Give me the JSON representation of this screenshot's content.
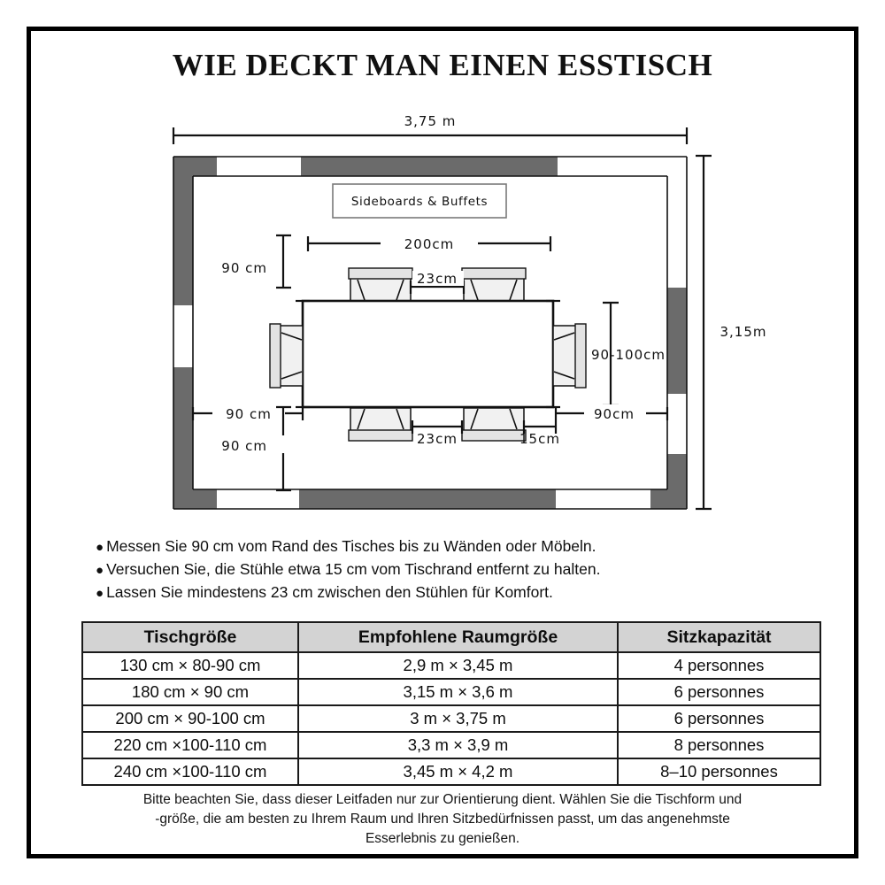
{
  "title": "WIE DECKT MAN EINEN ESSTISCH",
  "colors": {
    "wall": "#6b6b6b",
    "frame": "#000000",
    "header_bg": "#d3d3d3",
    "furniture_fill": "#f0f0f0"
  },
  "diagram": {
    "room_width_label": "3,75 m",
    "room_height_label": "3,15m",
    "sideboard_label": "Sideboards & Buffets",
    "table_length_label": "200cm",
    "table_depth_label": "90-100cm",
    "clearance_top_label": "90 cm",
    "clearance_left_label": "90 cm",
    "clearance_bottom_label": "90 cm",
    "clearance_right_label": "90cm",
    "chair_gap_top_label": "23cm",
    "chair_gap_bottom_label": "23cm",
    "chair_to_table_label": "15cm"
  },
  "bullets": [
    {
      "dot": "●",
      "text": "Messen Sie 90 cm  vom Rand des Tisches bis zu Wänden oder Möbeln."
    },
    {
      "dot": "●",
      "text": "Versuchen Sie, die Stühle etwa 15 cm vom Tischrand entfernt zu halten."
    },
    {
      "dot": "●",
      "text": "Lassen Sie mindestens 23 cm zwischen den Stühlen für Komfort."
    }
  ],
  "table": {
    "headers": [
      "Tischgröße",
      "Empfohlene Raumgröße",
      "Sitzkapazität"
    ],
    "rows": [
      [
        "130 cm × 80-90 cm",
        "2,9 m ×  3,45 m",
        "4 personnes"
      ],
      [
        "180 cm × 90 cm",
        "3,15 m ×   3,6 m",
        "6 personnes"
      ],
      [
        "200 cm ×  90-100 cm",
        "3 m  ×  3,75 m",
        "6 personnes"
      ],
      [
        "220 cm ×100-110 cm",
        "3,3 m  ×   3,9 m",
        "8 personnes"
      ],
      [
        "240 cm ×100-110 cm",
        "3,45 m  ×   4,2 m",
        "8–10 personnes"
      ]
    ]
  },
  "footer": [
    "Bitte beachten Sie, dass dieser Leitfaden nur zur Orientierung dient. Wählen Sie die Tischform und",
    "-größe, die am besten zu Ihrem Raum und Ihren Sitzbedürfnissen passt, um das angenehmste",
    "Esserlebnis zu genießen."
  ]
}
